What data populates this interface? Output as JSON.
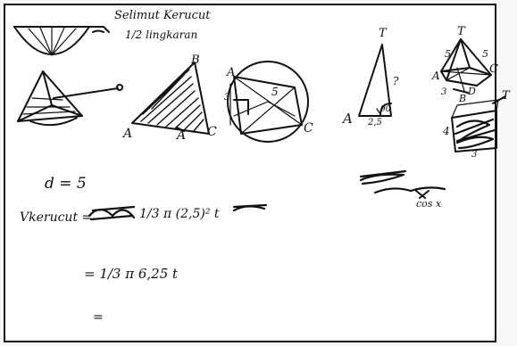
{
  "notes": {
    "label_selimut": "Selimut Kerucut",
    "label_half": "1/2 lingkaran",
    "d_eq": "d = 5",
    "v_label": "Vkerucut =",
    "v_formula": "1/3 π (2,5)² t",
    "line2": "= 1/3 π 6,25 t",
    "line3": "="
  },
  "figure_labels": {
    "tri1": [
      "A",
      "B",
      "A",
      "C"
    ],
    "circle": [
      "A",
      "C",
      "3",
      "5"
    ],
    "rt": [
      "T",
      "A",
      "2,5",
      "90",
      "?"
    ],
    "pyr": [
      "T",
      "5",
      "5",
      "A",
      "C",
      "B",
      "D",
      "3"
    ],
    "cube": [
      "T",
      "4",
      "3"
    ],
    "scribble_text": "cos x"
  }
}
